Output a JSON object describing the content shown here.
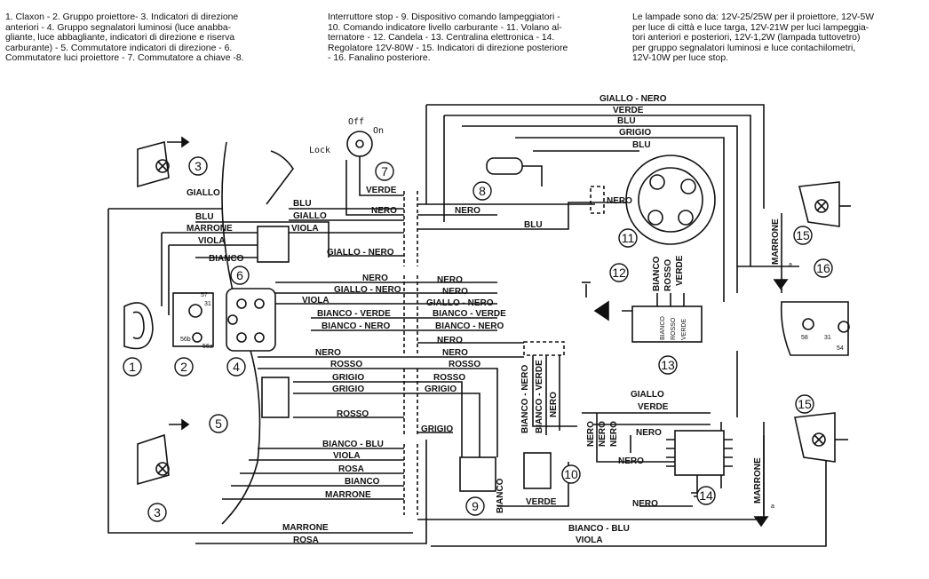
{
  "legend": {
    "col1": [
      "1. Claxon - 2. Gruppo proiettore- 3. Indicatori di direzione",
      "anteriori - 4. Gruppo segnalatori luminosi (luce anabba-",
      "gliante, luce abbagliante, indicatori di direzione e riserva",
      "carburante) - 5. Commutatore indicatori di direzione - 6.",
      "Commutatore luci proiettore - 7. Commutatore a chiave -8."
    ],
    "col2": [
      "Interruttore stop - 9. Dispositivo comando lampeggiatori -",
      "10. Comando indicatore livello carburante - 11. Volano al-",
      "ternatore - 12. Candela - 13. Centralina elettronica - 14.",
      "Regolatore 12V-80W - 15. Indicatori di direzione posteriore",
      "- 16. Fanalino posteriore."
    ],
    "col3": [
      "Le lampade sono da: 12V-25/25W per il proiettore, 12V-5W",
      "per luce di città e luce targa, 12V-21W per luci lampeggia-",
      "tori anteriori e posteriori, 12V-1,2W (lampada tuttovetro)",
      "per gruppo segnalatori luminosi e luce contachilometri,",
      "12V-10W per luce stop."
    ]
  },
  "switch_positions": {
    "off": "Off",
    "on": "On",
    "lock": "Lock"
  },
  "component_numbers": {
    "n1": "1",
    "n2": "2",
    "n3a": "3",
    "n3b": "3",
    "n4": "4",
    "n5": "5",
    "n6": "6",
    "n7": "7",
    "n8": "8",
    "n9": "9",
    "n10": "10",
    "n11": "11",
    "n12": "12",
    "n13": "13",
    "n14": "14",
    "n15a": "15",
    "n15b": "15",
    "n16": "16"
  },
  "terminal_labels": {
    "t57": "57",
    "t31": "31",
    "t56b": "56b",
    "t56a": "56a",
    "t58": "58",
    "t31r": "31",
    "t54": "54",
    "ta1": "a",
    "ta2": "a"
  },
  "wire_labels": {
    "top_giallo_nero": "GIALLO - NERO",
    "top_verde": "VERDE",
    "top_blu": "BLU",
    "top_grigio": "GRIGIO",
    "top_blu2": "BLU",
    "giallo_left": "GIALLO",
    "blu_left": "BLU",
    "marrone_left": "MARRONE",
    "viola_left": "VIOLA",
    "bianco_left": "BIANCO",
    "blu_mid": "BLU",
    "giallo_mid": "GIALLO",
    "verde_mid": "VERDE",
    "viola_mid": "VIOLA",
    "nero_switch": "NERO",
    "nero_center": "NERO",
    "blu_center": "BLU",
    "nero_cdi": "NERO",
    "giallo_nero_mid": "GIALLO - NERO",
    "nero_row1a": "NERO",
    "giallo_nero_row2a": "GIALLO - NERO",
    "viola_row3a": "VIOLA",
    "bianco_verde_row4a": "BIANCO - VERDE",
    "bianco_nero_row5a": "BIANCO - NERO",
    "nero_row1b": "NERO",
    "nero_row1c": "NERO",
    "giallo_nero_row2b": "GIALLO - NERO",
    "bianco_verde_row4b": "BIANCO - VERDE",
    "bianco_nero_row5b": "BIANCO - NERO",
    "nero_row6b": "NERO",
    "nero_row7a": "NERO",
    "nero_row7b": "NERO",
    "rosso_row8a": "ROSSO",
    "rosso_row8b": "ROSSO",
    "grigio_row9a": "GRIGIO",
    "rosso_row9b": "ROSSO",
    "grigio_row10a": "GRIGIO",
    "grigio_row10b": "GRIGIO",
    "rosso_row11": "ROSSO",
    "grigio_row12": "GRIGIO",
    "bianco_blu_row13": "BIANCO - BLU",
    "viola_row14": "VIOLA",
    "rosa_row15": "ROSA",
    "bianco_row16": "BIANCO",
    "marrone_row17": "MARRONE",
    "marrone_bottom": "MARRONE",
    "rosa_bottom": "ROSA",
    "bianco_blu_bottom": "BIANCO - BLU",
    "viola_bottom": "VIOLA",
    "verde_bottom": "VERDE",
    "giallo_right": "GIALLO",
    "verde_right": "VERDE",
    "nero_right1": "NERO",
    "nero_right2": "NERO",
    "nero_right3": "NERO",
    "v_bianco_nero": "BIANCO - NERO",
    "v_bianco_verde": "BIANCO - VERDE",
    "v_nero_10": "NERO",
    "v_bianco_9": "BIANCO",
    "v_nero_r1": "NERO",
    "v_nero_r2": "NERO",
    "v_nero_r3": "NERO",
    "v_bianco_11": "BIANCO",
    "v_rosso_11": "ROSSO",
    "v_verde_11": "VERDE",
    "v_bianco_13": "BIANCO",
    "v_rosso_13": "ROSSO",
    "v_verde_13": "VERDE",
    "v_marrone_top": "MARRONE",
    "v_marrone_bottom": "MARRONE"
  },
  "colors": {
    "ink": "#111111",
    "paper": "#ffffff"
  }
}
